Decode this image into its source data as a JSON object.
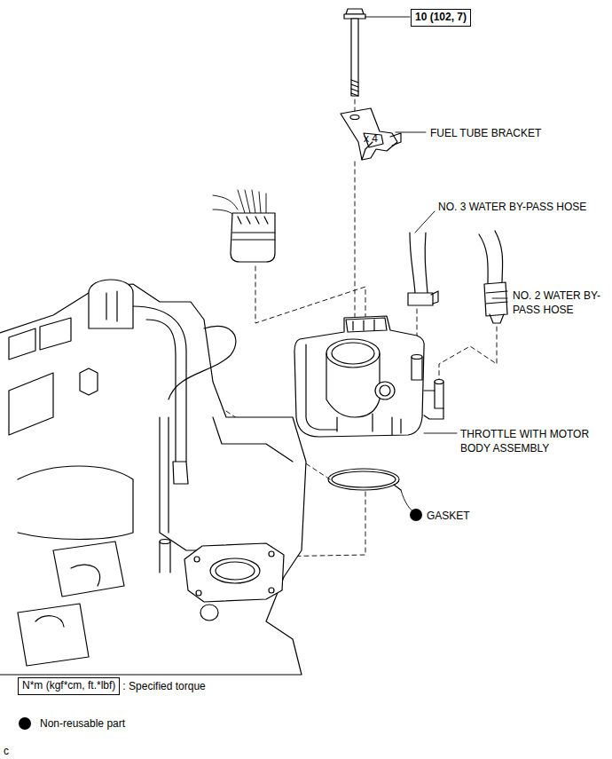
{
  "diagram": {
    "nodes": [
      {
        "text": [
          "10 (102, 7)"
        ]
      },
      {
        "text": [
          "N*m (kgf*cm, ft.*lbf)"
        ]
      }
    ],
    "labels": [
      "x 4",
      "FUEL TUBE BRACKET",
      "NO. 3 WATER BY-PASS HOSE",
      "NO. 2 WATER BY-PASS HOSE",
      "THROTTLE WITH MOTOR BODY ASSEMBLY",
      "GASKET",
      ": Specified torque",
      "c"
    ],
    "legend": [
      {
        "text": "Non-reusable part"
      }
    ]
  }
}
